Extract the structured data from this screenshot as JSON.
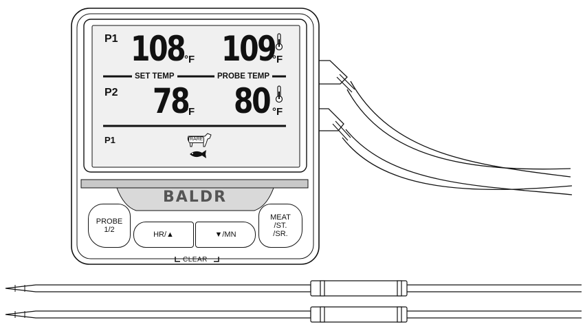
{
  "lcd": {
    "row1": {
      "probe_label": "P1",
      "set_temp": "108",
      "set_unit": "°F",
      "probe_temp": "109",
      "probe_unit": "°F"
    },
    "labels": {
      "set_temp": "SET TEMP",
      "probe_temp": "PROBE TEMP"
    },
    "row2": {
      "probe_label": "P2",
      "set_temp": "78",
      "set_unit": "°F",
      "probe_temp": "80",
      "probe_unit": "°F"
    },
    "row3": {
      "probe_label": "P1",
      "doneness": "RARE",
      "meat_icon": "cow-icon",
      "fish_icon": "fish-icon"
    }
  },
  "brand": "BALDR",
  "buttons": {
    "probe": "PROBE\n1/2",
    "hr_up": "HR/▲",
    "down_mn": "▼/MN",
    "meat": "MEAT\n/ST.\n/SR."
  },
  "clear_label": "CLEAR",
  "icons": {
    "thermometer": "thermometer-icon"
  }
}
